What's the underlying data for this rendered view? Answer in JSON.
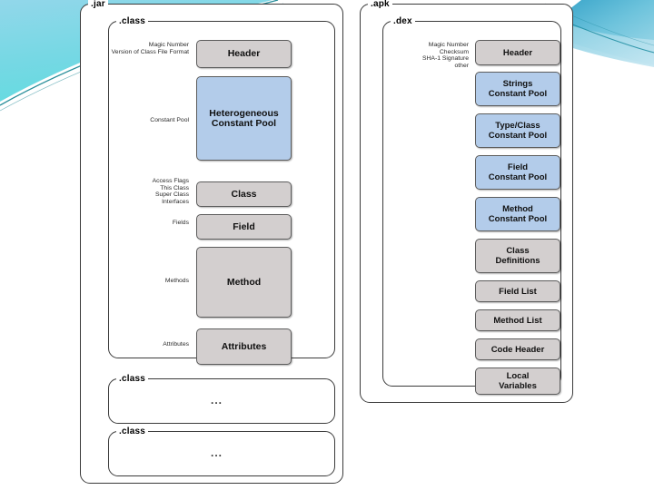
{
  "slide": {
    "background_color": "#ffffff",
    "accent_cyan": "#6fd6e4",
    "accent_blue": "#3fa9c9",
    "accent_teal_line": "#138d9b"
  },
  "palette": {
    "gray_block": "#d3cfcf",
    "blue_block": "#b3ccea",
    "block_border": "#5c5c5c",
    "panel_border": "#3a3a3a",
    "text": "#101010"
  },
  "left": {
    "container_label": ".jar",
    "class_panels": [
      {
        "label": ".class",
        "ellipsis": ""
      },
      {
        "label": ".class",
        "ellipsis": "..."
      },
      {
        "label": ".class",
        "ellipsis": "..."
      }
    ],
    "annotations": [
      {
        "text": "Magic Number\nVersion of Class File Format"
      },
      {
        "text": "Constant Pool"
      },
      {
        "text": "Access Flags\nThis Class\nSuper Class\nInterfaces"
      },
      {
        "text": "Fields"
      },
      {
        "text": "Methods"
      },
      {
        "text": "Attributes"
      }
    ],
    "blocks": [
      {
        "label": "Header",
        "color": "gray"
      },
      {
        "label": "Heterogeneous\nConstant Pool",
        "color": "blue"
      },
      {
        "label": "Class",
        "color": "gray"
      },
      {
        "label": "Field",
        "color": "gray"
      },
      {
        "label": "Method",
        "color": "gray"
      },
      {
        "label": "Attributes",
        "color": "gray"
      }
    ]
  },
  "right": {
    "container_label": ".apk",
    "inner_label": ".dex",
    "annotation": "Magic Number\nChecksum\nSHA-1 Signature\nother",
    "blocks": [
      {
        "label": "Header",
        "color": "gray"
      },
      {
        "label": "Strings\nConstant Pool",
        "color": "blue"
      },
      {
        "label": "Type/Class\nConstant Pool",
        "color": "blue"
      },
      {
        "label": "Field\nConstant Pool",
        "color": "blue"
      },
      {
        "label": "Method\nConstant Pool",
        "color": "blue"
      },
      {
        "label": "Class\nDefinitions",
        "color": "gray"
      },
      {
        "label": "Field List",
        "color": "gray"
      },
      {
        "label": "Method List",
        "color": "gray"
      },
      {
        "label": "Code Header",
        "color": "gray"
      },
      {
        "label": "Local\nVariables",
        "color": "gray"
      }
    ]
  }
}
